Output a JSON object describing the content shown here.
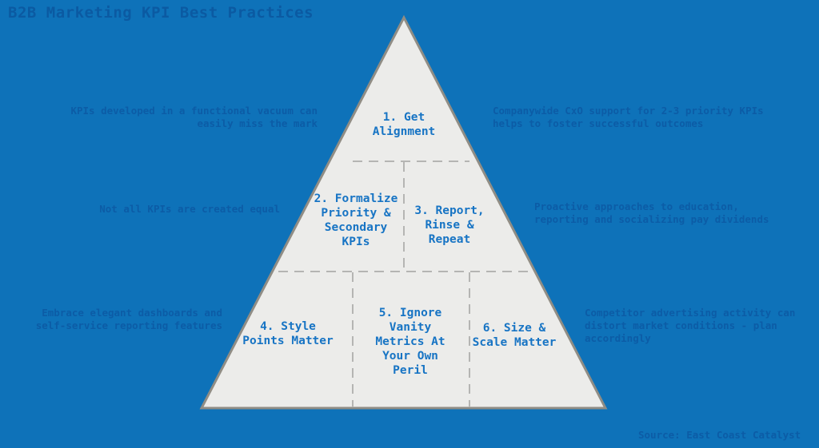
{
  "page": {
    "title": "B2B Marketing KPI Best Practices",
    "source": "Source: East Coast Catalyst",
    "background_color": "#0e72b9",
    "muted_text_color": "#0c5ca6"
  },
  "pyramid": {
    "fill_color": "#ececea",
    "border_color": "#908d85",
    "divider_color": "#b5b5b3",
    "label_color": "#1774c4",
    "sections": [
      {
        "id": 1,
        "label": "1. Get\nAlignment"
      },
      {
        "id": 2,
        "label": "2. Formalize\nPriority &\nSecondary\nKPIs"
      },
      {
        "id": 3,
        "label": "3. Report,\nRinse &\nRepeat"
      },
      {
        "id": 4,
        "label": "4. Style\nPoints Matter"
      },
      {
        "id": 5,
        "label": "5. Ignore\nVanity\nMetrics At\nYour Own\nPeril"
      },
      {
        "id": 6,
        "label": "6. Size &\nScale Matter"
      }
    ]
  },
  "annotations": {
    "left": [
      "KPIs developed in a functional vacuum can\neasily miss the mark",
      "Not all KPIs are created equal",
      "Embrace elegant dashboards and\nself-service reporting features"
    ],
    "right": [
      "Companywide CxO support for 2-3 priority KPIs\nhelps to foster successful outcomes",
      "Proactive approaches to education,\nreporting and socializing pay dividends",
      "Competitor advertising activity can\ndistort market conditions - plan\naccordingly"
    ]
  }
}
